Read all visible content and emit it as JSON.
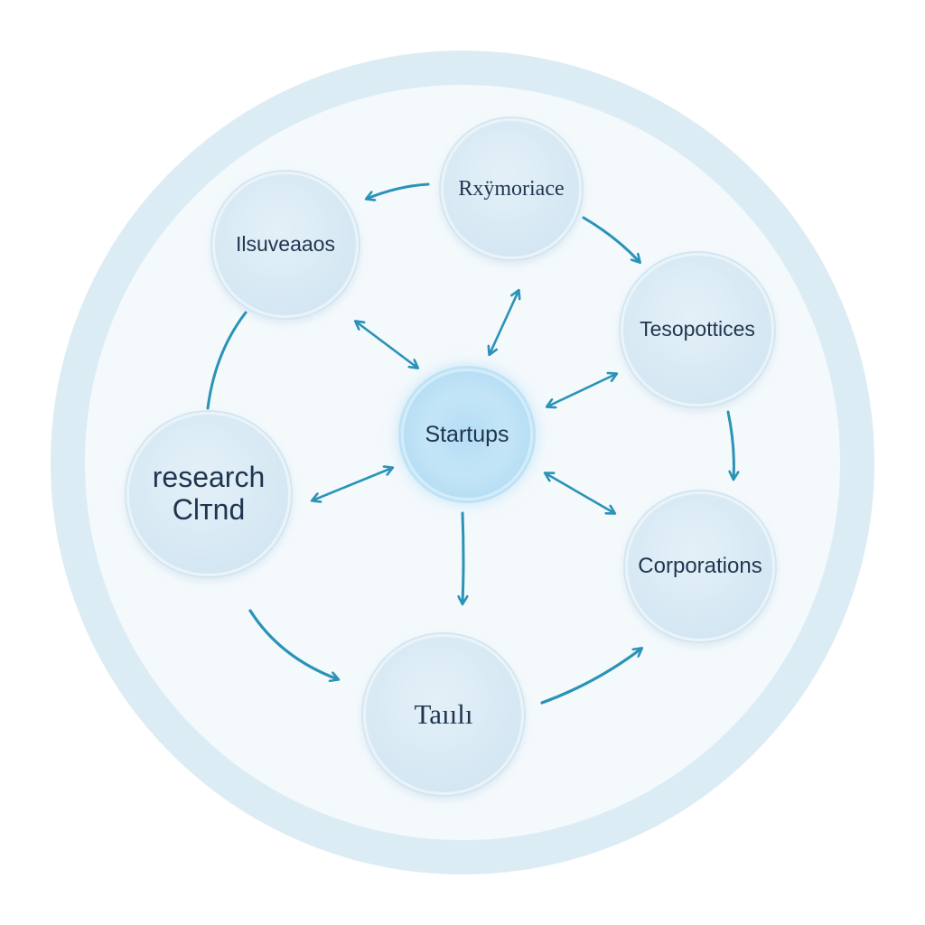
{
  "colors": {
    "arrow": "#2a93b8",
    "ring_outer": "#dcecf5",
    "ring_inner": "#f4f9fc",
    "node_fill": "#d6e8f3",
    "center_fill": "#b4ddf4",
    "text": "#1f3550"
  },
  "nodes": {
    "top": "Rxÿmoriace",
    "upper_left": "Ilsuveaaos",
    "upper_right": "Tesopottices",
    "center": "Startups",
    "left_line1": "research",
    "left_line2": "Clтnd",
    "right": "Corporations",
    "bottom": "Taıılı"
  }
}
